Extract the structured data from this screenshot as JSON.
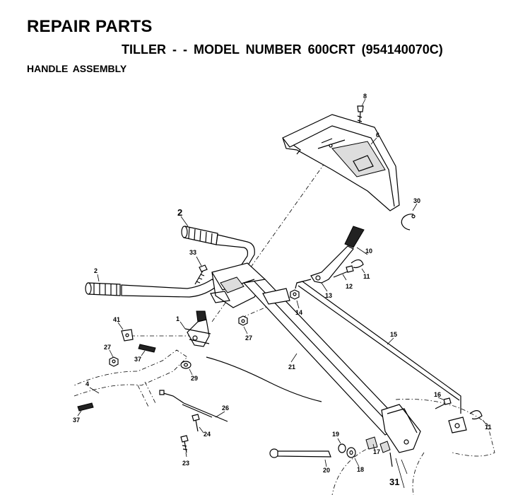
{
  "header": {
    "title": "REPAIR PARTS",
    "subtitle": "TILLER - - MODEL NUMBER 600CRT (954140070C)",
    "section": "HANDLE ASSEMBLY"
  },
  "callouts": {
    "p1": "1",
    "p2a": "2",
    "p2b": "2",
    "p4": "4",
    "p6": "6",
    "p8": "8",
    "p10": "10",
    "p11a": "11",
    "p11b": "11",
    "p12": "12",
    "p13": "13",
    "p14": "14",
    "p15": "15",
    "p16": "16",
    "p17": "17",
    "p18": "18",
    "p19": "19",
    "p20": "20",
    "p21": "21",
    "p23": "23",
    "p24": "24",
    "p26": "26",
    "p27a": "27",
    "p27b": "27",
    "p29": "29",
    "p30": "30",
    "p31": "31",
    "p33": "33",
    "p37a": "37",
    "p37b": "37",
    "p41": "41"
  }
}
